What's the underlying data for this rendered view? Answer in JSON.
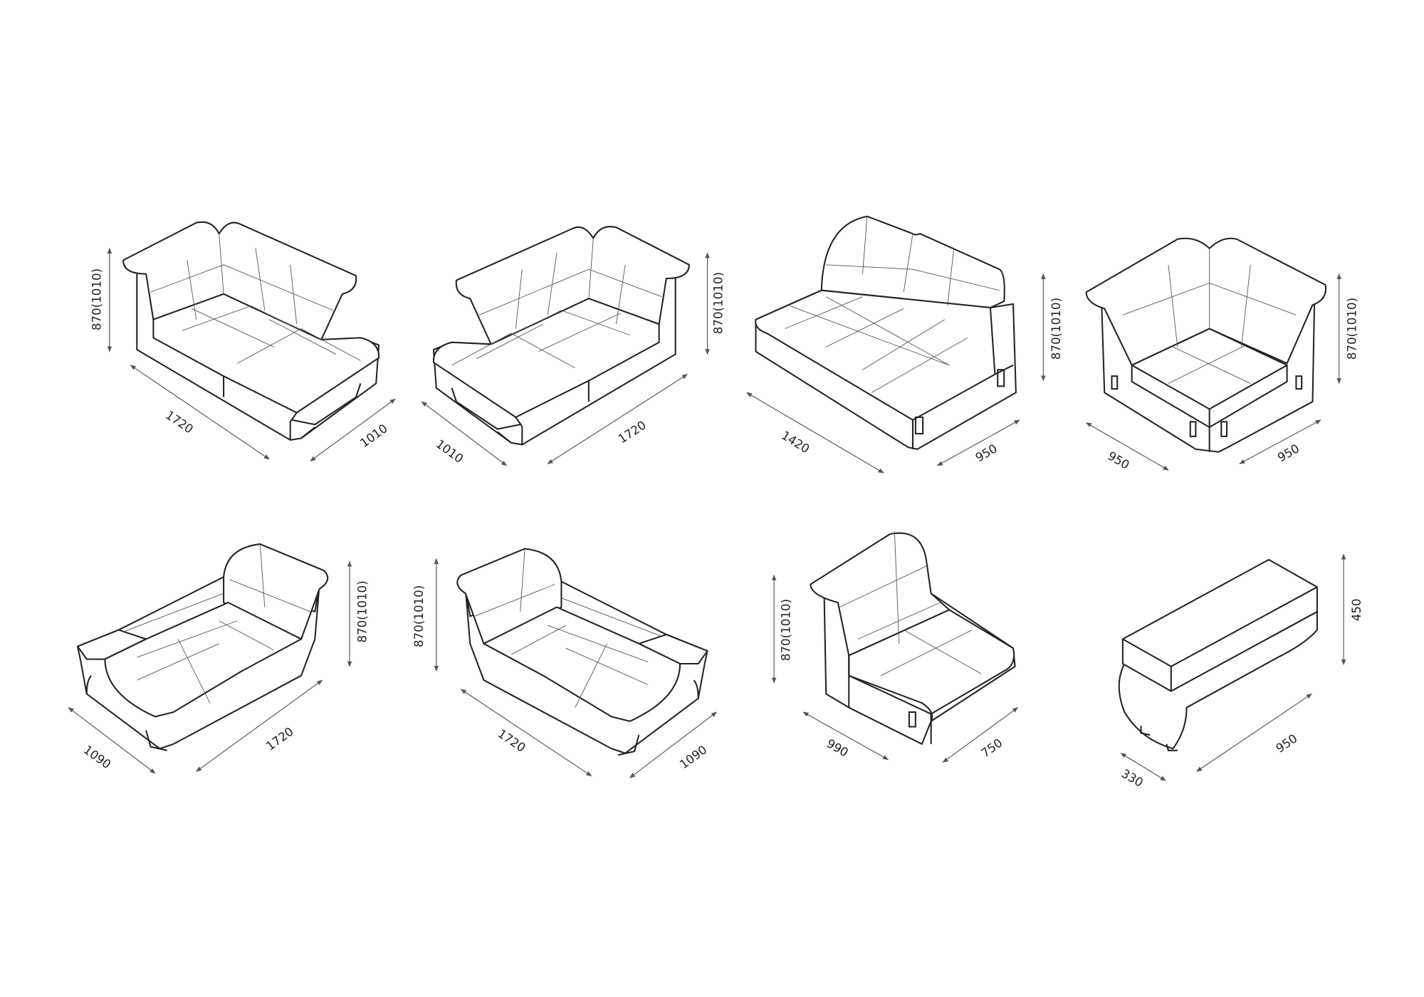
{
  "modules": [
    {
      "name": "corner-left-1720",
      "height": "870(1010)",
      "length": "1720",
      "depth": "1010"
    },
    {
      "name": "corner-right-1720",
      "height": "870(1010)",
      "length": "1720",
      "depth": "1010"
    },
    {
      "name": "straight-1420",
      "height": "870(1010)",
      "length": "1420",
      "depth": "950"
    },
    {
      "name": "corner-950",
      "height": "870(1010)",
      "length": "950",
      "depth": "950"
    },
    {
      "name": "chaise-left-1720",
      "height": "870(1010)",
      "length": "1720",
      "depth": "1090"
    },
    {
      "name": "chaise-right-1720",
      "height": "870(1010)",
      "length": "1720",
      "depth": "1090"
    },
    {
      "name": "armchair-990",
      "height": "870(1010)",
      "length": "990",
      "depth": "750"
    },
    {
      "name": "ottoman-950",
      "height": "450",
      "length": "950",
      "depth": "330"
    }
  ],
  "colors": {
    "line": "#222222",
    "dimension": "#555555"
  }
}
